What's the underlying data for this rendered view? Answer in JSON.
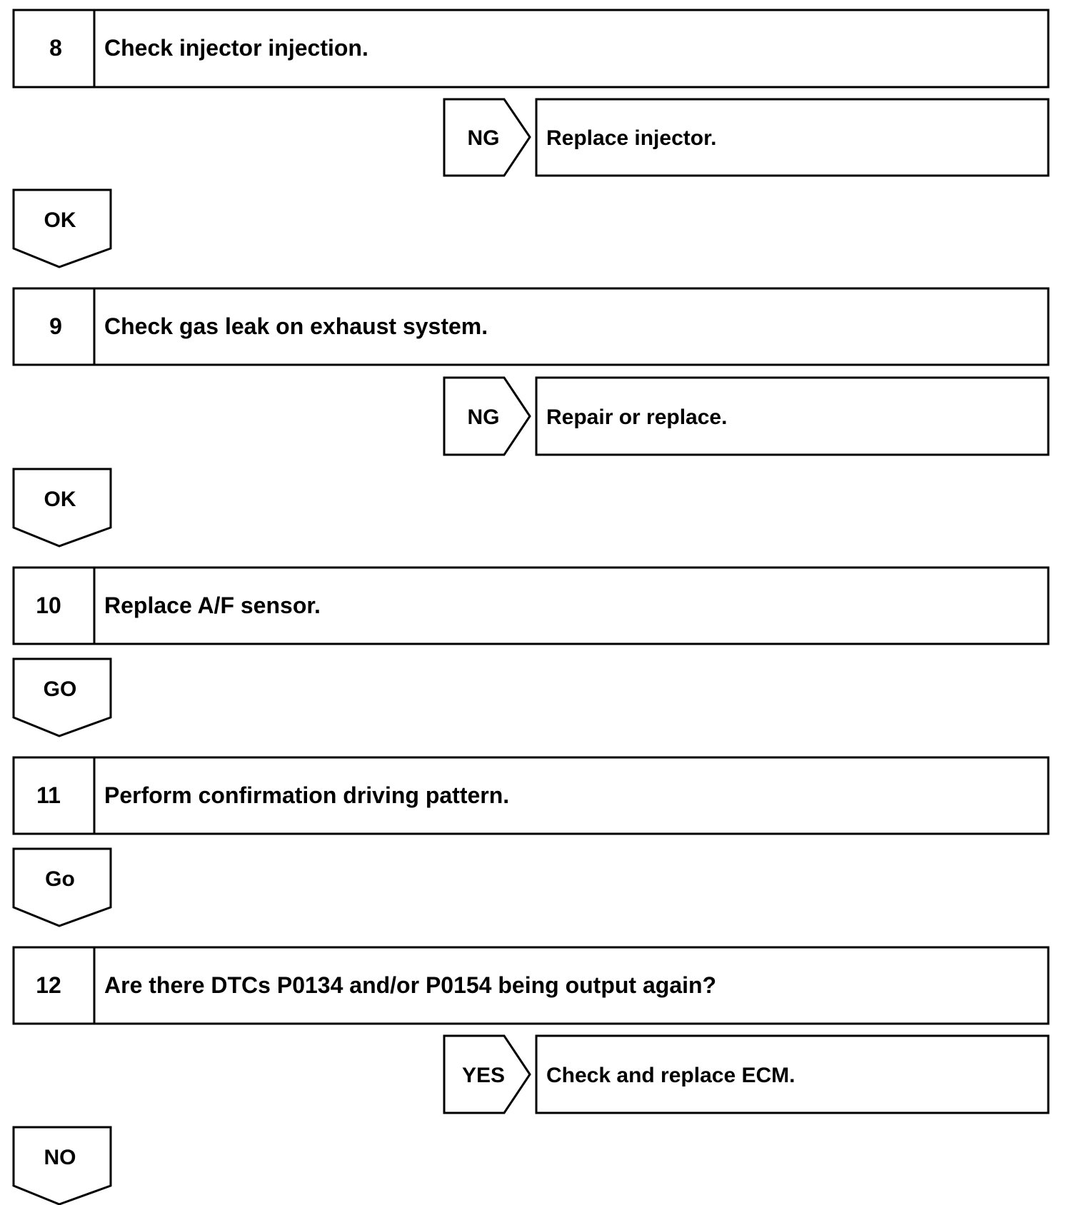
{
  "steps": [
    {
      "num": "8",
      "text": "Check injector injection."
    },
    {
      "num": "9",
      "text": "Check gas leak on exhaust system."
    },
    {
      "num": "10",
      "text": "Replace A/F sensor."
    },
    {
      "num": "11",
      "text": "Perform confirmation driving pattern."
    },
    {
      "num": "12",
      "text": "Are there DTCs P0134 and/or P0154 being output again?"
    }
  ],
  "branches": [
    {
      "label": "NG",
      "text": "Replace injector."
    },
    {
      "label": "NG",
      "text": "Repair or replace."
    },
    {
      "label": "YES",
      "text": "Check and replace ECM."
    }
  ],
  "continues": [
    "OK",
    "OK",
    "GO",
    "Go",
    "NO"
  ]
}
